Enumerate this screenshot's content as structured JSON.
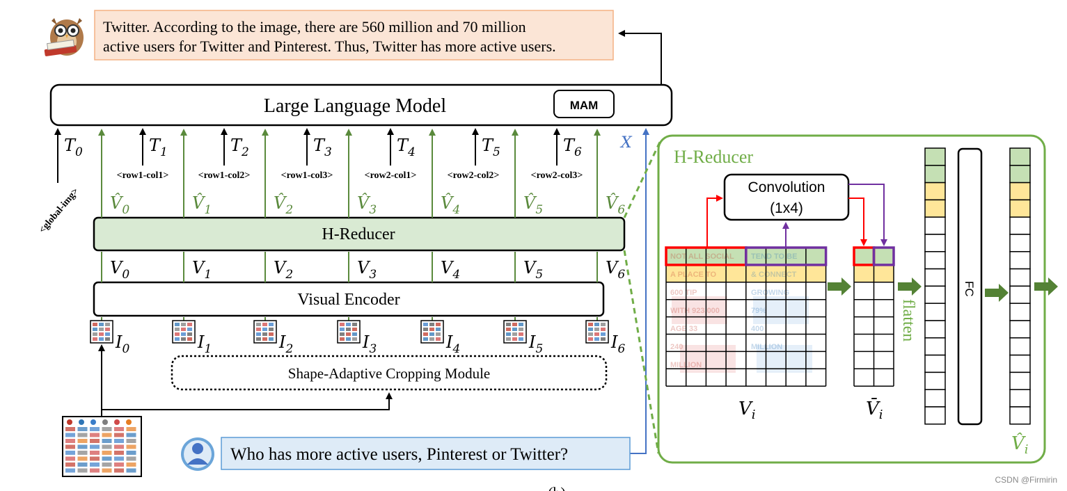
{
  "answer": {
    "line1": "Twitter. According to the image, there are 560 million and 70 million",
    "line2": "active users for Twitter and Pinterest. Thus, Twitter has more active users."
  },
  "llm": {
    "label": "Large Language Model",
    "mam": "MAM"
  },
  "question": "Who has more active users, Pinterest or Twitter?",
  "global_tag": "<global-img>",
  "tokens": [
    {
      "t": "T",
      "sub": "0",
      "tag": ""
    },
    {
      "t": "T",
      "sub": "1",
      "tag": "<row1-col1>"
    },
    {
      "t": "T",
      "sub": "2",
      "tag": "<row1-col2>"
    },
    {
      "t": "T",
      "sub": "3",
      "tag": "<row1-col3>"
    },
    {
      "t": "T",
      "sub": "4",
      "tag": "<row2-col1>"
    },
    {
      "t": "T",
      "sub": "5",
      "tag": "<row2-col2>"
    },
    {
      "t": "T",
      "sub": "6",
      "tag": "<row2-col3>"
    }
  ],
  "x_label": "X",
  "vhat_labels": [
    "V̂",
    "V̂",
    "V̂",
    "V̂",
    "V̂",
    "V̂",
    "V̂"
  ],
  "vhat_subs": [
    "0",
    "1",
    "2",
    "3",
    "4",
    "5",
    "6"
  ],
  "v_labels": [
    "V",
    "V",
    "V",
    "V",
    "V",
    "V",
    "V"
  ],
  "v_subs": [
    "0",
    "1",
    "2",
    "3",
    "4",
    "5",
    "6"
  ],
  "i_labels": [
    "I",
    "I",
    "I",
    "I",
    "I",
    "I",
    "I"
  ],
  "i_subs": [
    "0",
    "1",
    "2",
    "3",
    "4",
    "5",
    "6"
  ],
  "hreducer_label": "H-Reducer",
  "encoder_label": "Visual Encoder",
  "cropping_label": "Shape-Adaptive  Cropping Module",
  "detail": {
    "title": "H-Reducer",
    "conv_line1": "Convolution",
    "conv_line2": "(1x4)",
    "flatten": "flatten",
    "fc": "FC",
    "vi": "V",
    "vi_sub": "i",
    "vbar": "V̄",
    "vbar_sub": "i",
    "vhat": "V̂",
    "vhat_sub": "i",
    "patch_text": [
      "NOT ALL SOCIAL",
      "TEND TO BE",
      "A PLACE TO",
      "& CONNECT",
      "600 TIP",
      "GROWING",
      "WITH 923,000",
      "79%",
      "AGE 33",
      "400",
      "240",
      "MILLION",
      "MILLION"
    ]
  },
  "watermark": "CSDN @Firmirin",
  "caption": "(b)",
  "colors": {
    "green_arrow": "#5a8a3c",
    "h_reducer_fill": "#d9ead3",
    "detail_border": "#70ad47",
    "answer_fill": "#fbe5d6",
    "answer_border": "#f4b183",
    "question_fill": "#deebf7",
    "question_border": "#5b9bd5",
    "blue_arrow": "#4472c4",
    "red": "#ff0000",
    "purple": "#7030a0",
    "block_green": "#c5e0b4",
    "block_yellow": "#ffe699"
  }
}
